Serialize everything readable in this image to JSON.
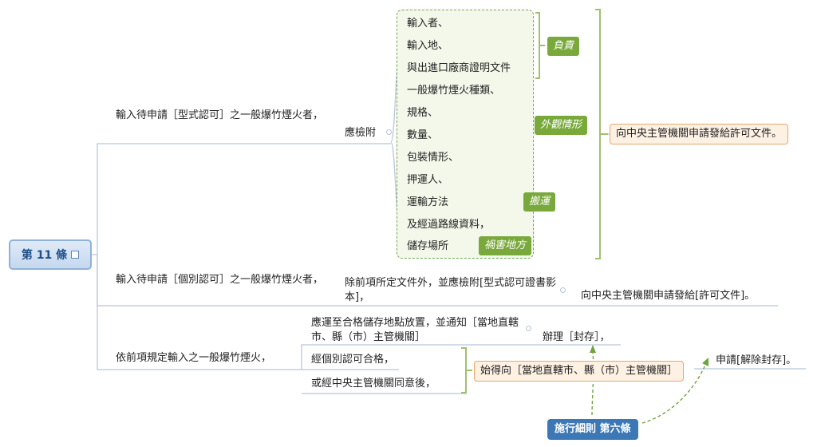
{
  "root": {
    "label": "第 11 條"
  },
  "branch1": {
    "text": "輸入待申請［型式認可］之一般爆竹煙火者，",
    "node": "應檢附",
    "items": [
      "輸入者、",
      "輸入地、",
      "與出進口廠商證明文件",
      "一般爆竹煙火種類、",
      "規格、",
      "數量、",
      "包裝情形、",
      "押運人、",
      "運輸方法",
      "及經過路線資料，",
      "儲存場所"
    ],
    "tags": [
      "負責",
      "外觀情形",
      "搬運",
      "禍害地方"
    ],
    "result": "向中央主管機關申請發給許可文件。"
  },
  "branch2": {
    "text": "輸入待申請［個別認可］之一般爆竹煙火者，",
    "node": "除前項所定文件外，並應檢附[型式認可證書影本]，",
    "result": "向中央主管機關申請發給[許可文件]。"
  },
  "branch3": {
    "text": "依前項規定輸入之一般爆竹煙火，",
    "sub1": "應運至合格儲存地點放置，並通知［當地直轄市、縣（市）主管機關］",
    "sub1_result": "辦理［封存］，",
    "sub2": "經個別認可合格，",
    "sub3": "或經中央主管機關同意後，",
    "sub23_result": "始得向［當地直轄市、縣（市）主管機關］",
    "final": "申請[解除封存]。"
  },
  "note": {
    "label": "施行細則 第六條"
  },
  "colors": {
    "line": "#b8c8db",
    "green": "#79a93b",
    "orange": "#e6a86b",
    "blue": "#3b78b5"
  }
}
